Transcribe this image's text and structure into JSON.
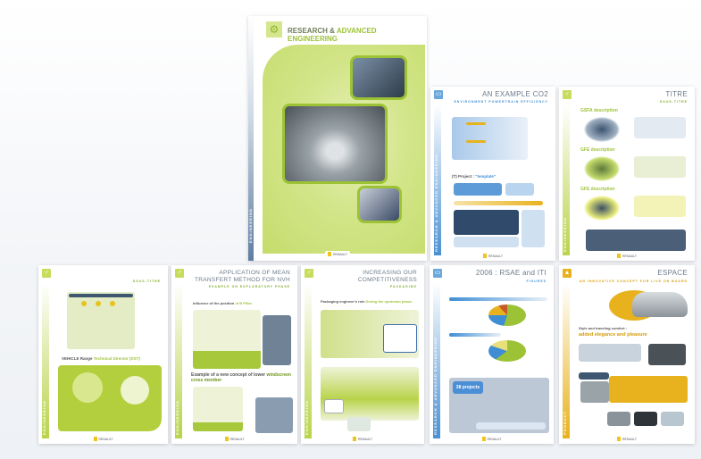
{
  "cover": {
    "title_a": "RESEARCH &",
    "title_b": "ADVANCED ENGINEERING",
    "side_label": "ENGINEERING",
    "logo": "RENAULT"
  },
  "pages": [
    {
      "title": "AN EXAMPLE CO2",
      "subtitle": "ENVIRONMENT POWERTRAIN EFFICIENCY",
      "heading": "(T) Project : ",
      "heading_hl": "\"template\"",
      "side": "RESEARCH & ADVANCED ENGINEERING"
    },
    {
      "title": "TITRE",
      "subtitle": "SOUS-TITRE",
      "items": [
        "GSFA description",
        "GFE description",
        "GFE description"
      ],
      "side": "ENGINEERING"
    },
    {
      "title": "",
      "subtitle": "SOUS-TITRE",
      "heading": "VEHICLE Range ",
      "heading_hl": "Technical Director (DST)",
      "side": "ENGINEERING"
    },
    {
      "title": "APPLICATION OF MEAN TRANSFERT METHOD FOR NVH",
      "subtitle": "EXAMPLE ON EXPLORATORY PHASE",
      "heading": "Influence of the position ",
      "heading_hl": "of B Pillar",
      "heading2": "Example of a new concept of lower ",
      "heading2_hl": "windscreen cross member",
      "side": "ENGINEERING"
    },
    {
      "title": "INCREASING OUR COMPETITIVENESS",
      "subtitle": "PACKAGING",
      "heading": "Packaging engineer's role ",
      "heading_hl": "During the upstream phase",
      "side": "ENGINEERING"
    },
    {
      "title": "2006 : RSAE and ITI",
      "subtitle": "FIGURES",
      "box": "38 projects",
      "side": "RESEARCH & ADVANCED ENGINEERING"
    },
    {
      "title": "ESPACE",
      "subtitle": "AN INNOVATIVE CONCEPT FOR LIVE ON BOARD",
      "heading": "Style and traveling comfort :",
      "heading_hl": "added elegance and pleasure",
      "side": "PRODUCT"
    }
  ],
  "logo": "RENAULT"
}
